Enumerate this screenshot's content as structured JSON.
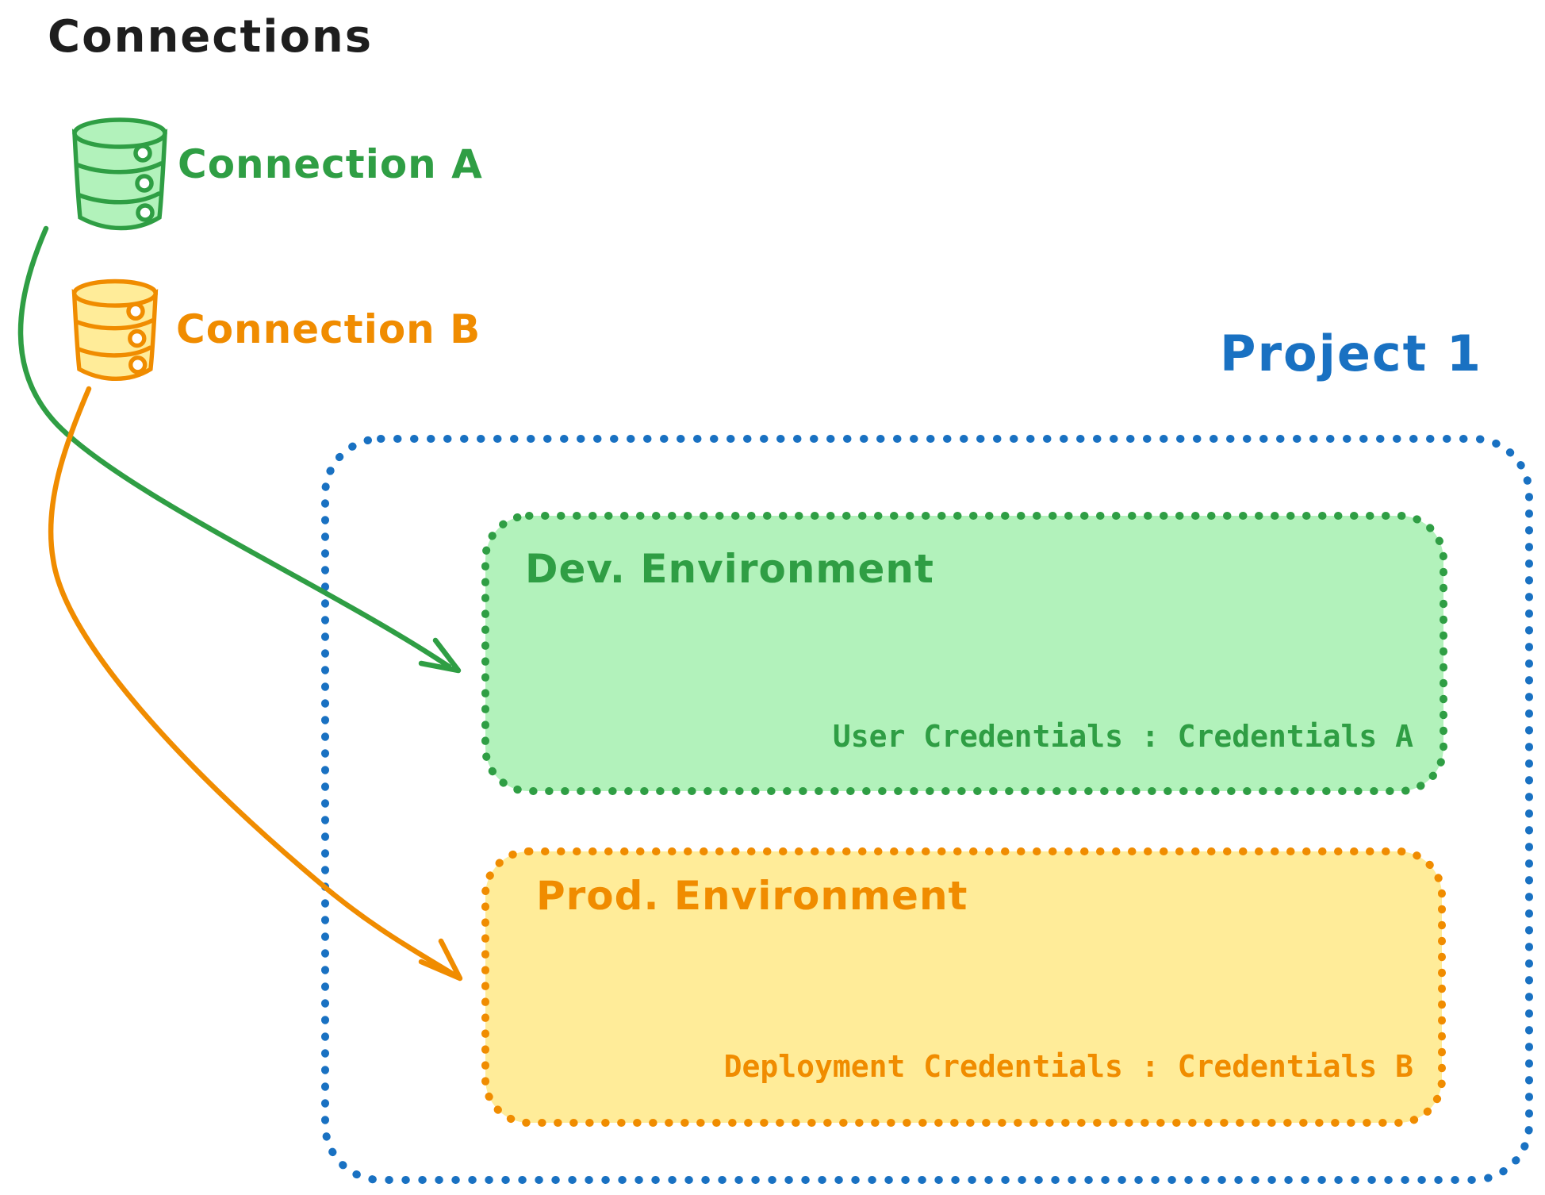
{
  "title": "Connections",
  "connections": [
    {
      "label": "Connection A",
      "icon": "database-icon",
      "color": "#2f9e44"
    },
    {
      "label": "Connection B",
      "icon": "database-icon",
      "color": "#f08c00"
    }
  ],
  "project": {
    "title": "Project 1",
    "environments": [
      {
        "name": "Dev. Environment",
        "credentials": "User Credentials : Credentials A",
        "linked_connection": "Connection A"
      },
      {
        "name": "Prod. Environment",
        "credentials": "Deployment Credentials : Credentials B",
        "linked_connection": "Connection B"
      }
    ]
  },
  "colors": {
    "ink": "#1e1e1e",
    "green": "#2f9e44",
    "greenFill": "#b2f2bb",
    "orange": "#f08c00",
    "orangeFill": "#ffec99",
    "blue": "#1971c2",
    "background": "#ffffff"
  }
}
